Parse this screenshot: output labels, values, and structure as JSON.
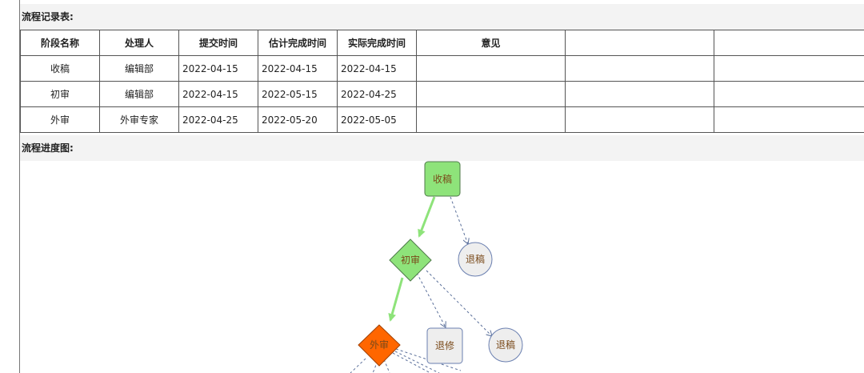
{
  "record_section": {
    "title": "流程记录表:"
  },
  "table": {
    "headers": [
      "阶段名称",
      "处理人",
      "提交时间",
      "估计完成时间",
      "实际完成时间",
      "意见",
      "",
      ""
    ],
    "rows": [
      [
        "收稿",
        "编辑部",
        "2022-04-15",
        "2022-04-15",
        "2022-04-15",
        "",
        "",
        ""
      ],
      [
        "初审",
        "编辑部",
        "2022-04-15",
        "2022-05-15",
        "2022-04-25",
        "",
        "",
        ""
      ],
      [
        "外审",
        "外审专家",
        "2022-04-25",
        "2022-05-20",
        "2022-05-05",
        "",
        "",
        ""
      ]
    ]
  },
  "progress_section": {
    "title": "流程进度图:"
  },
  "diagram": {
    "nodes": {
      "receive": {
        "label": "收稿",
        "state": "done",
        "color": "#8ee37a"
      },
      "reject_1": {
        "label": "退稿",
        "state": "pending",
        "color": "#eeeeee"
      },
      "first_review": {
        "label": "初审",
        "state": "done",
        "color": "#8ee37a"
      },
      "revise": {
        "label": "退修",
        "state": "pending",
        "color": "#eeeeee"
      },
      "reject_2": {
        "label": "退稿",
        "state": "pending",
        "color": "#eeeeee"
      },
      "external_review": {
        "label": "外审",
        "state": "current",
        "color": "#ff6600"
      }
    },
    "edge_colors": {
      "taken": "#8ee37a",
      "possible": "#5a6f9a"
    },
    "label_color": "#7a4a1a"
  }
}
